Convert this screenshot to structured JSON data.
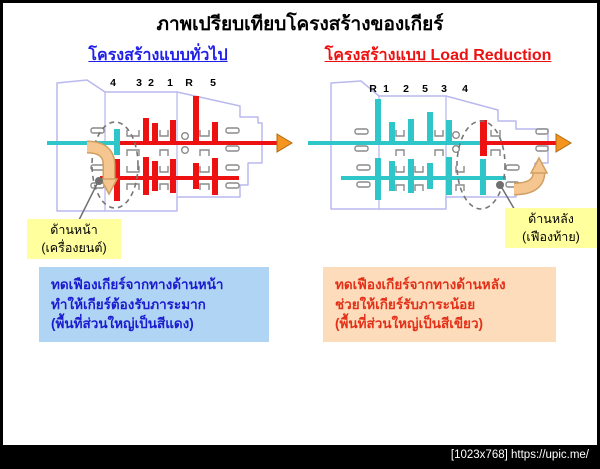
{
  "title": "ภาพเปรียบเทียบโครงสร้างของเกียร์",
  "headings": {
    "left": "โครงสร้างแบบทั่วไป",
    "right": "โครงสร้างแบบ Load Reduction"
  },
  "diagrams": {
    "left": {
      "gear_labels": [
        "4",
        "3",
        "2",
        "1",
        "R",
        "5"
      ],
      "callout": {
        "line1": "ด้านหน้า",
        "line2": "(เครื่องยนต์)"
      }
    },
    "right": {
      "gear_labels": [
        "R",
        "1",
        "2",
        "5",
        "3",
        "4"
      ],
      "callout": {
        "line1": "ด้านหลัง",
        "line2": "(เฟืองท้าย)"
      }
    }
  },
  "notes": {
    "left": {
      "line1": "ทดเฟืองเกียร์จากทางด้านหน้า",
      "line2": "ทำให้เกียร์ต้องรับภาระมาก",
      "line3": "(พื้นที่ส่วนใหญ่เป็นสีแดง)"
    },
    "right": {
      "line1": "ทดเฟืองเกียร์จากทางด้านหลัง",
      "line2": "ช่วยให้เกียร์รับภาระน้อย",
      "line3": "(พื้นที่ส่วนใหญ่เป็นสีเขียว)"
    }
  },
  "watermark": "[1023x768] https://upic.me/",
  "colors": {
    "shaft_cyan": "#2ec6c8",
    "load_red": "#ee1111",
    "housing_outline": "#b9b9ef",
    "arrow_orange": "#f5941e",
    "curved_arrow_tan": "#f6c690",
    "callout_yellow": "#ffff9e",
    "note_left_bg": "#b0d5f4",
    "note_left_text": "#1b1bd0",
    "note_right_bg": "#fcdcba",
    "note_right_text": "#e43019",
    "heading_blue": "#1f1fe8",
    "heading_red": "#ee1111"
  }
}
